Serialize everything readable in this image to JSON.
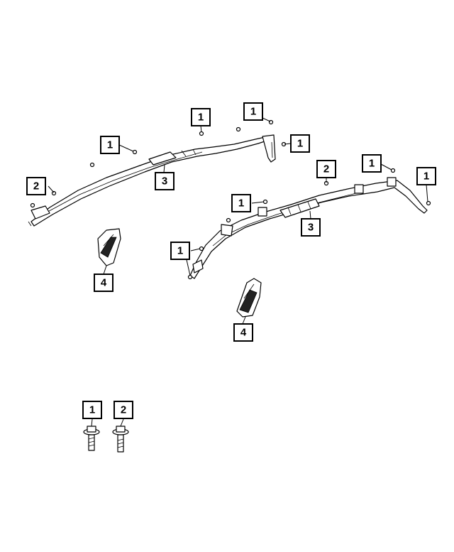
{
  "callouts": {
    "c1": "1",
    "c2": "2",
    "c3": "1",
    "c4": "1",
    "c5": "1",
    "c6": "3",
    "c7": "2",
    "c8": "1",
    "c9": "1",
    "c10": "1",
    "c11": "3",
    "c12": "1",
    "c13": "4",
    "c14": "4",
    "c15": "1",
    "c16": "2"
  }
}
